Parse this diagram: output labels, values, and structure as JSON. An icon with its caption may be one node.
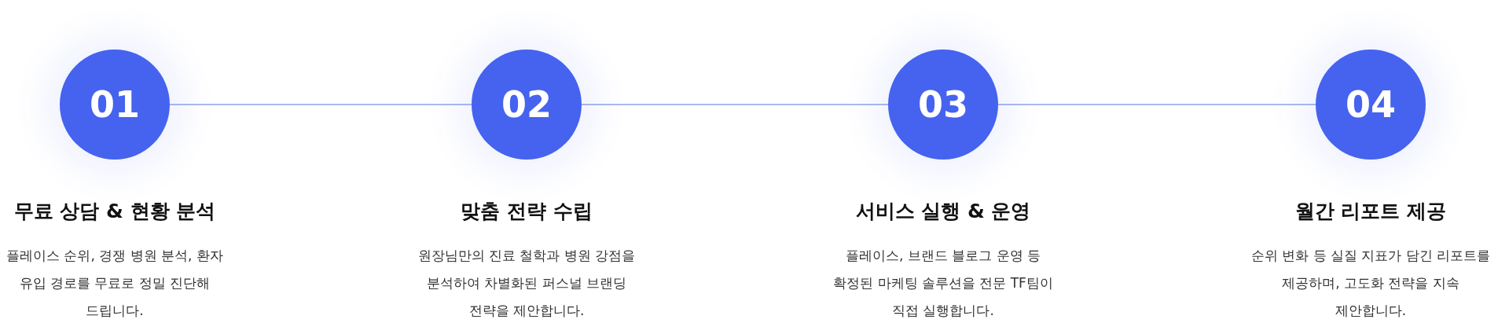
{
  "diagram": {
    "nodes": [
      {
        "text": [
          "01"
        ],
        "beside": [
          "무료 상담 & 현황 분석",
          "플레이스 순위, 경쟁 병원 분석, 환자 유입 경로를 무료로 정밀 진단해 드립니다."
        ]
      },
      {
        "text": [
          "02"
        ],
        "beside": [
          "맞춤 전략 수립",
          "원장님만의 진료 철학과 병원 강점을  분석하여 차별화된 퍼스널 브랜딩 전략을 제안합니다."
        ]
      },
      {
        "text": [
          "03"
        ],
        "beside": [
          "서비스 실행 & 운영",
          "플레이스, 브랜드 블로그 운영 등 확정된 마케팅 솔루션을 전문 TF팀이 직접 실행합니다."
        ]
      },
      {
        "text": [
          "04"
        ],
        "beside": [
          "월간 리포트 제공",
          "순위 변화 등 실질 지표가 담긴 리포트를 제공하며, 고도화 전략을 지속 제안합니다."
        ]
      }
    ],
    "edges": [
      {
        "from": 0,
        "to": 1,
        "arrow": "none"
      },
      {
        "from": 1,
        "to": 2,
        "arrow": "none"
      },
      {
        "from": 2,
        "to": 3,
        "arrow": "none"
      }
    ]
  }
}
